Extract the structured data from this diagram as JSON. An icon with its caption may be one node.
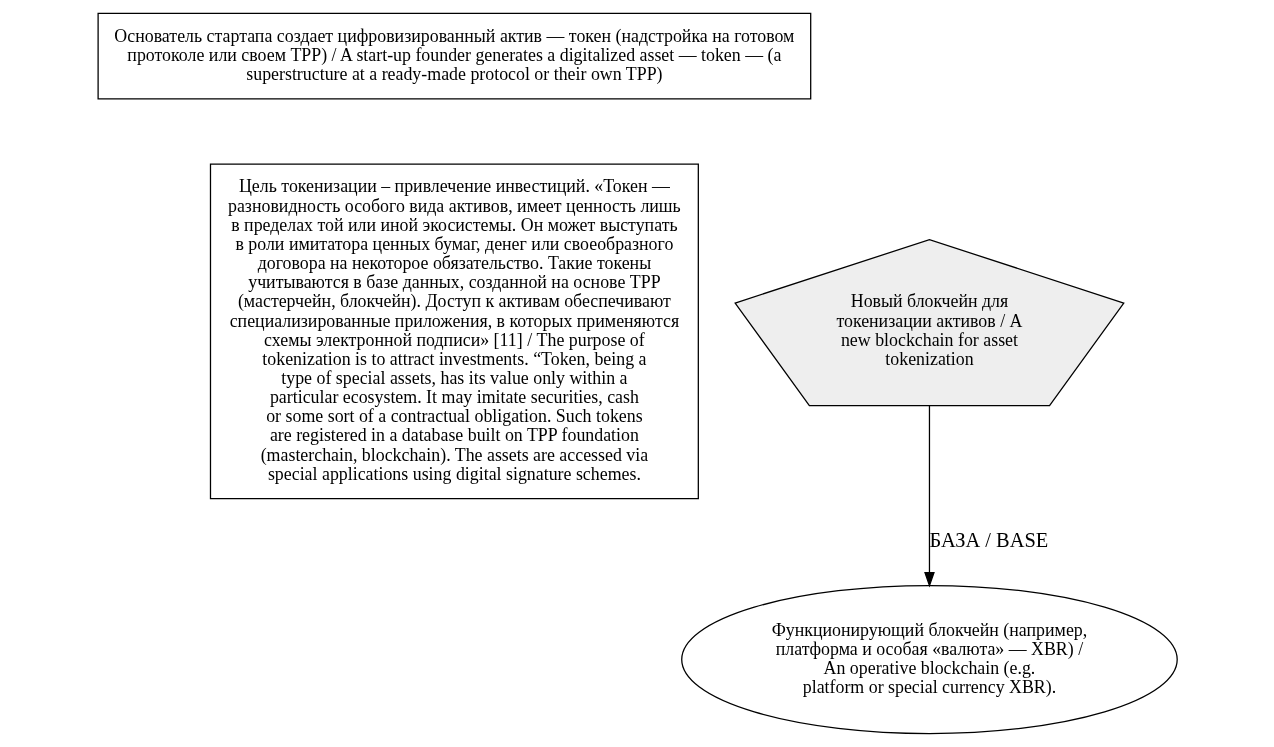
{
  "diagram": {
    "nodes": [
      {
        "text": [
          "Основатель стартапа создает цифровизированный актив — токен (надстройка на готовом протоколе или своем TPP) / A start-up founder generates a digitalized asset — token — (a superstructure at a ready-made protocol or their own TPP)"
        ]
      },
      {
        "text": [
          "Новый блокчейн для токенизации активов / A new blockchain for asset tokenization"
        ]
      },
      {
        "text": [
          "Функционирующий блокчейн (например, платформа и особая «валюта» — XBR) / An operative blockchain (e.g. platform or special currency XBR)."
        ]
      },
      {
        "text": [
          "Цель токенизации – привлечение инвестиций. «Токен — разновидность особого вида активов, имеет ценность лишь в пределах той или иной экосистемы. Он может выступать в роли имитатора ценных бумаг, денег или своеобразного договора на некоторое обязательство. Такие токены учитываются в базе данных, созданной на основе TPP (мастерчейн, блокчейн). Доступ к активам обеспечивают специализированные приложения, в которых применяются схемы электронной подписи» [11] / The purpose of tokenization is to attract investments. “Token, being a type of special assets, has its value only within a particular ecosystem. It may imitate securities, cash or some sort of a contractual obligation. Such tokens are registered in a database built on TPP foundation (masterchain, blockchain). The assets are accessed via special applications using digital signature schemes."
        ]
      }
    ],
    "edges": [
      {
        "from": 1,
        "to": 2,
        "arrow": "to",
        "label": "БАЗА / BASE"
      }
    ]
  }
}
